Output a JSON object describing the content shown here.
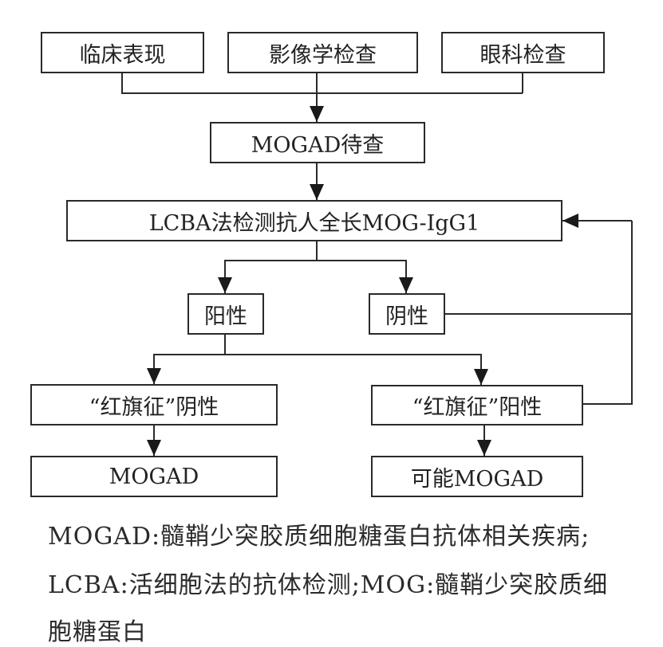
{
  "diagram": {
    "type": "flowchart",
    "nodes": {
      "clinical": "临床表现",
      "imaging": "影像学检查",
      "ophthalmic": "眼科检查",
      "pending": "MOGAD待查",
      "lcba_test": "LCBA法检测抗人全长MOG-IgG1",
      "positive": "阳性",
      "negative": "阴性",
      "redflag_negative": "“红旗征”阴性",
      "redflag_positive": "“红旗征”阳性",
      "mogad": "MOGAD",
      "possible_mogad": "可能MOGAD"
    },
    "edges": [
      {
        "from": "clinical",
        "to": "pending"
      },
      {
        "from": "imaging",
        "to": "pending"
      },
      {
        "from": "ophthalmic",
        "to": "pending"
      },
      {
        "from": "pending",
        "to": "lcba_test"
      },
      {
        "from": "lcba_test",
        "to": "positive"
      },
      {
        "from": "lcba_test",
        "to": "negative"
      },
      {
        "from": "positive",
        "to": "redflag_negative"
      },
      {
        "from": "positive",
        "to": "redflag_positive"
      },
      {
        "from": "negative",
        "to": "lcba_test"
      },
      {
        "from": "redflag_positive",
        "to": "lcba_test"
      },
      {
        "from": "redflag_negative",
        "to": "mogad"
      },
      {
        "from": "redflag_positive",
        "to": "possible_mogad"
      }
    ]
  },
  "caption": {
    "lines": [
      "MOGAD:髓鞘少突胶质细胞糖蛋白抗体相关疾病;",
      "LCBA:活细胞法的抗体检测;MOG:髓鞘少突胶质细",
      "胞糖蛋白"
    ]
  }
}
